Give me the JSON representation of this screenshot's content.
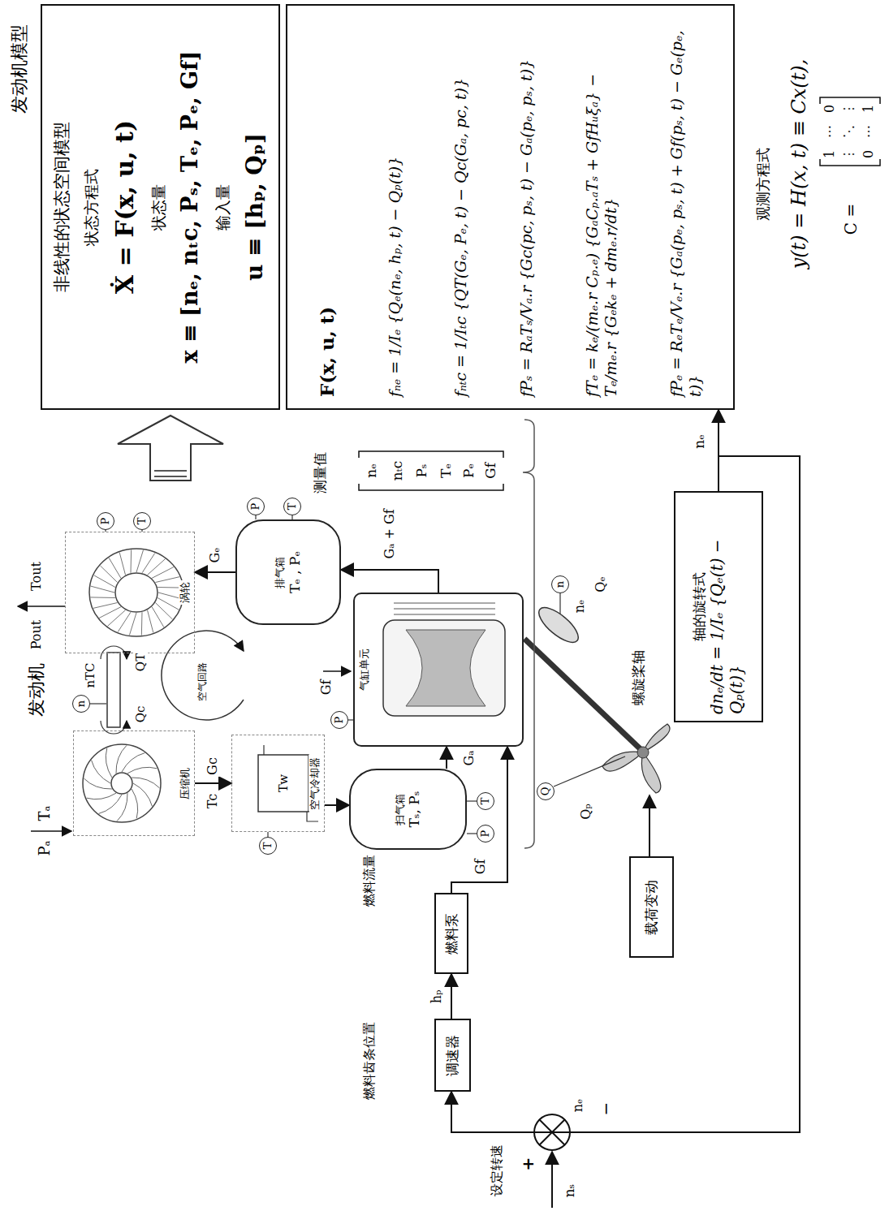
{
  "diagram": {
    "nodes": [
      {
        "text": [
          "非线性的状态空间模型",
          "状态方程式",
          "Ẋ = F(x, u, t)",
          "状态量",
          "x ≡ [nₑ, nₜc, Pₛ, Tₑ, Pₑ, Gf]",
          "输入量",
          "u ≡ [hₚ, Qₚ]"
        ]
      },
      {
        "text": [
          "F(x, u, t)",
          "fₙₑ = 1/Iₑ {Qₑ(nₑ, hₚ, t) − Qₚ(t)}",
          "fₙₜc = 1/Iₜc {QT(Gₑ, Pₑ, t) − Qc(Gₐ, pc, t)}",
          "fPₛ = RₐTₛ/Vₐ.r {Gc(pc, pₛ, t) − Gₐ(pₑ, pₛ, t)}",
          "fTₑ = kₑ/(mₑ.r Cₚ.ₑ) {GₐCₚ.ₐTₛ + GfHᵤξₐ} − Tₑ/mₑ.r {Gₑkₑ + dmₑ.r/dt}",
          "fPₑ = RₑTₑ/Vₑ.r {Gₐ(pₑ, pₛ, t) + Gf(pₛ, t) − Gₑ(pₑ, t)}"
        ]
      },
      {
        "text": [
          "压缩机"
        ]
      },
      {
        "text": [
          "空气冷却器"
        ]
      },
      {
        "text": [
          "扫气箱",
          "Tₛ, Pₛ"
        ]
      },
      {
        "text": [
          "气缸单元"
        ]
      },
      {
        "text": [
          "排气箱",
          "Tₑ , Pₑ"
        ]
      },
      {
        "text": [
          "涡轮"
        ]
      },
      {
        "text": [
          "调速器"
        ]
      },
      {
        "text": [
          "燃料泵"
        ]
      },
      {
        "text": [
          "载荷变动"
        ]
      },
      {
        "text": [
          "轴的旋转式",
          "dnₑ/dt = 1/Iₑ {Qₑ(t) − Qₚ(t)}"
        ]
      },
      {
        "text": [
          "P"
        ]
      },
      {
        "text": [
          "T"
        ]
      },
      {
        "text": [
          "n"
        ]
      },
      {
        "text": [
          "P"
        ]
      },
      {
        "text": [
          "T"
        ]
      },
      {
        "text": [
          "P"
        ]
      },
      {
        "text": [
          "P"
        ]
      },
      {
        "text": [
          "T"
        ]
      },
      {
        "text": [
          "T"
        ]
      },
      {
        "text": [
          "n"
        ]
      },
      {
        "text": [
          "Q"
        ]
      }
    ],
    "edges": [
      {
        "from": 2,
        "to": 3,
        "arrow": "to",
        "label": "Gc"
      },
      {
        "from": 3,
        "to": 4,
        "arrow": "to"
      },
      {
        "from": 4,
        "to": 5,
        "arrow": "to",
        "label": "Gₐ"
      },
      {
        "from": 5,
        "to": 6,
        "arrow": "to",
        "label": "Gₐ + Gf"
      },
      {
        "from": 6,
        "to": 7,
        "arrow": "to",
        "label": "Gₑ"
      },
      {
        "from": 8,
        "to": 9,
        "arrow": "to",
        "label": "hₚ"
      },
      {
        "from": 9,
        "to": 5,
        "arrow": "to",
        "label": "Gf"
      },
      {
        "from": 11,
        "to": 8,
        "arrow": "to"
      },
      {
        "from": 11,
        "to": 1,
        "arrow": "to"
      },
      {
        "from": 12,
        "to": 7,
        "arrow": "none"
      },
      {
        "from": 13,
        "to": 7,
        "arrow": "none"
      },
      {
        "from": 15,
        "to": 6,
        "arrow": "none"
      },
      {
        "from": 16,
        "to": 6,
        "arrow": "none"
      },
      {
        "from": 17,
        "to": 5,
        "arrow": "none"
      },
      {
        "from": 18,
        "to": 4,
        "arrow": "none"
      },
      {
        "from": 19,
        "to": 4,
        "arrow": "none"
      },
      {
        "from": 20,
        "to": 3,
        "arrow": "none"
      }
    ],
    "labels": [
      "发动机模型",
      "发动机",
      "Pₐ",
      "Tₐ",
      "Tc",
      "Qc",
      "nTC",
      "QT",
      "Pout",
      "Tout",
      "Tw",
      "空气回路",
      "测量值",
      "nₑ",
      "nₜc",
      "Pₛ",
      "Tₑ",
      "Pₑ",
      "Gf",
      "Gf",
      "nₑ",
      "Qₑ",
      "Qₚ",
      "螺旋桨轴",
      "燃料齿条位置",
      "燃料流量",
      "设定转速",
      "nₛ",
      "+",
      "nₑ",
      "−",
      "nₑ",
      "观测方程式",
      "y(t) = H(x, t) ≡ Cx(t),",
      "C =",
      "1",
      "⋯",
      "0",
      "⋮",
      "⋱",
      "⋮",
      "0",
      "⋯",
      "1"
    ]
  }
}
